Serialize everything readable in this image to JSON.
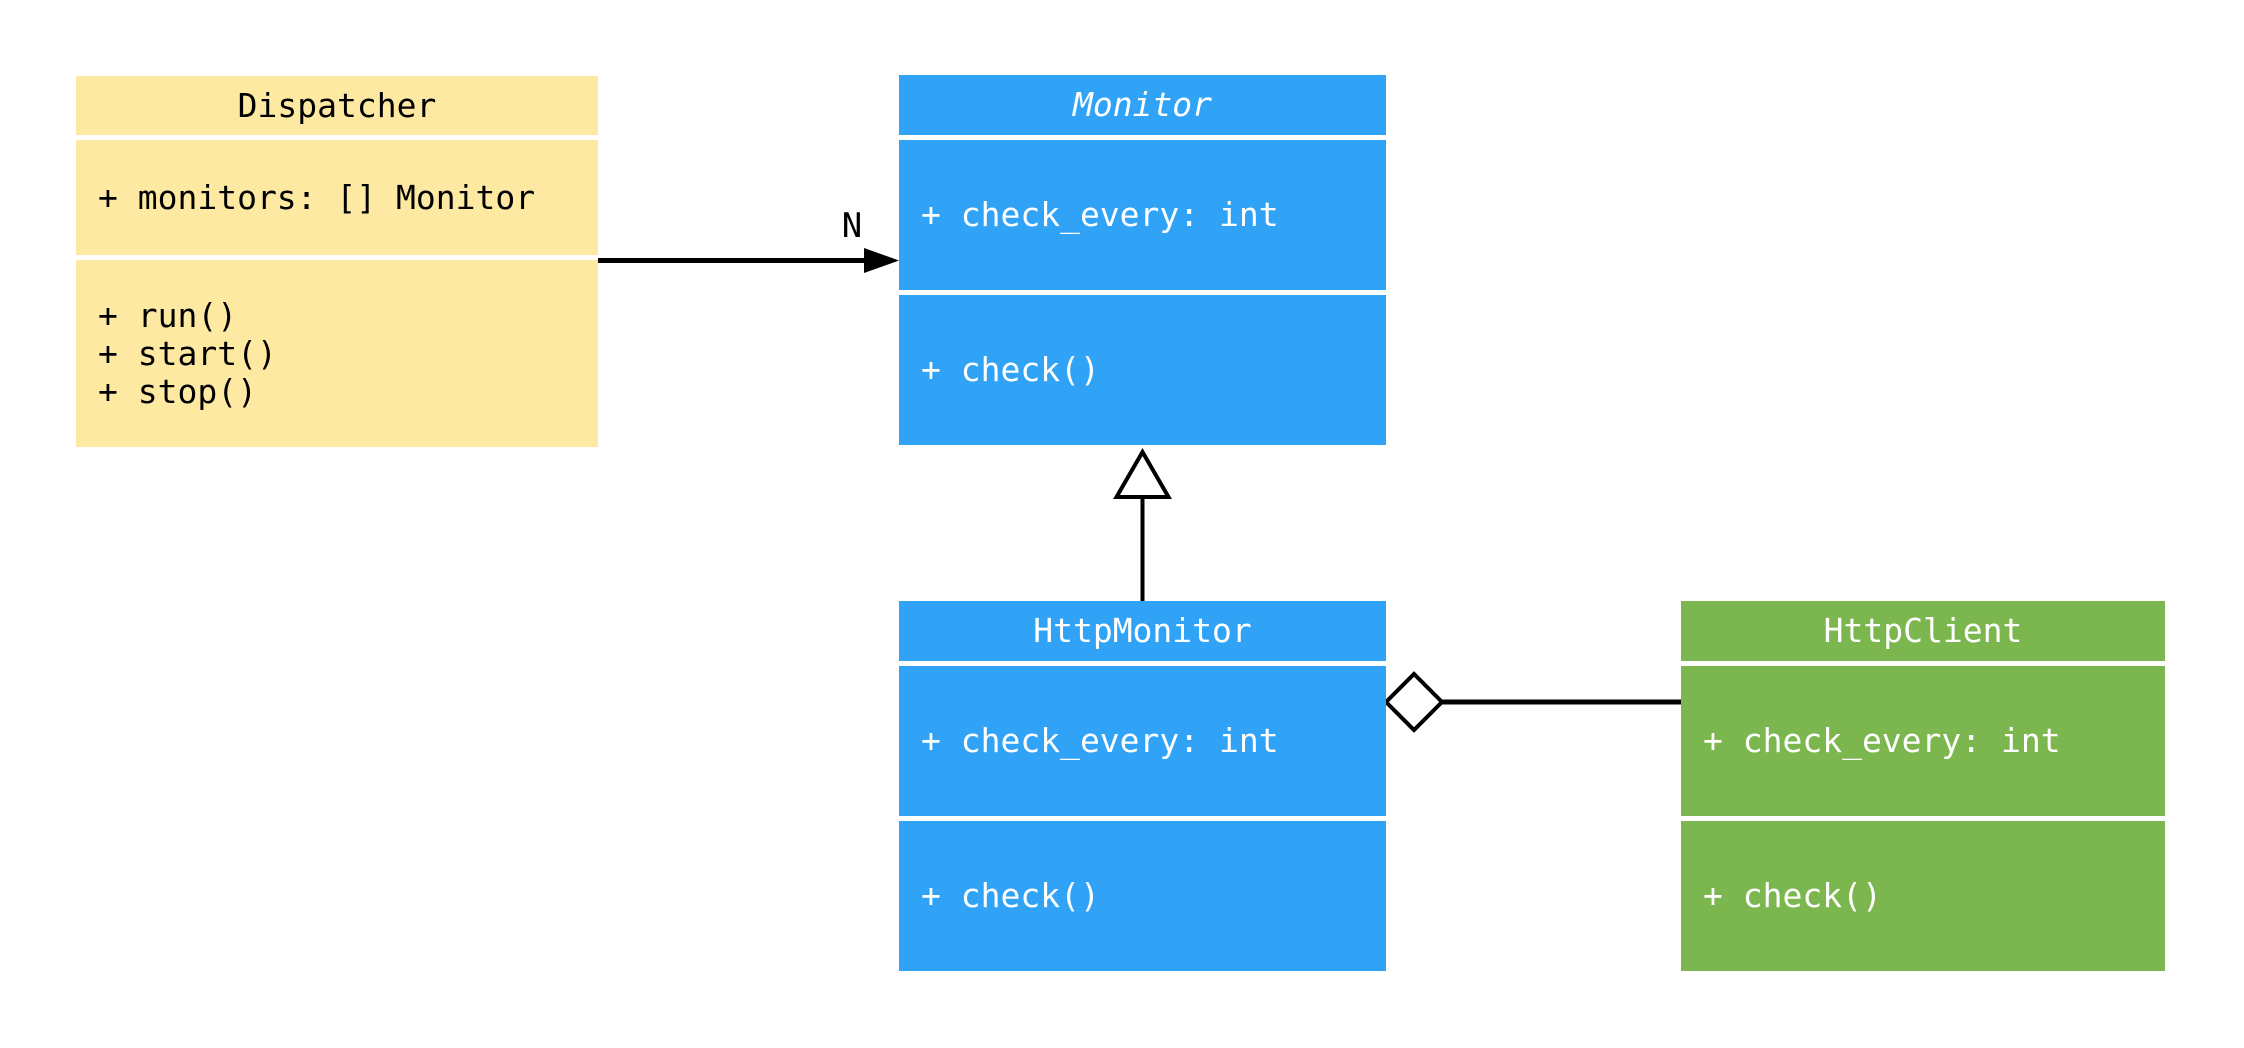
{
  "canvas": {
    "background": "#FFFFFF",
    "line_color": "#000000"
  },
  "classes": {
    "dispatcher": {
      "name": "Dispatcher",
      "abstract": false,
      "attributes": [
        "+ monitors: [] Monitor"
      ],
      "methods": [
        "+ run()",
        "+ start()",
        "+ stop()"
      ],
      "fill": "#FEE9A3",
      "text_color": "#000000"
    },
    "monitor": {
      "name": "Monitor",
      "abstract": true,
      "attributes": [
        "+ check_every: int"
      ],
      "methods": [
        "+ check()"
      ],
      "fill": "#31A3F7",
      "text_color": "#FFFFFF"
    },
    "http_monitor": {
      "name": "HttpMonitor",
      "abstract": false,
      "attributes": [
        "+ check_every: int"
      ],
      "methods": [
        "+ check()"
      ],
      "fill": "#31A3F7",
      "text_color": "#FFFFFF"
    },
    "http_client": {
      "name": "HttpClient",
      "abstract": false,
      "attributes": [
        "+ check_every: int"
      ],
      "methods": [
        "+ check()"
      ],
      "fill": "#7BB74E",
      "text_color": "#FFFFFF"
    }
  },
  "relations": {
    "association": {
      "from": "Dispatcher",
      "to": "Monitor",
      "label": "N",
      "type": "solid-arrow"
    },
    "inheritance": {
      "from": "HttpMonitor",
      "to": "Monitor",
      "type": "hollow-triangle"
    },
    "aggregation": {
      "from": "HttpMonitor",
      "to": "HttpClient",
      "type": "hollow-diamond"
    }
  }
}
